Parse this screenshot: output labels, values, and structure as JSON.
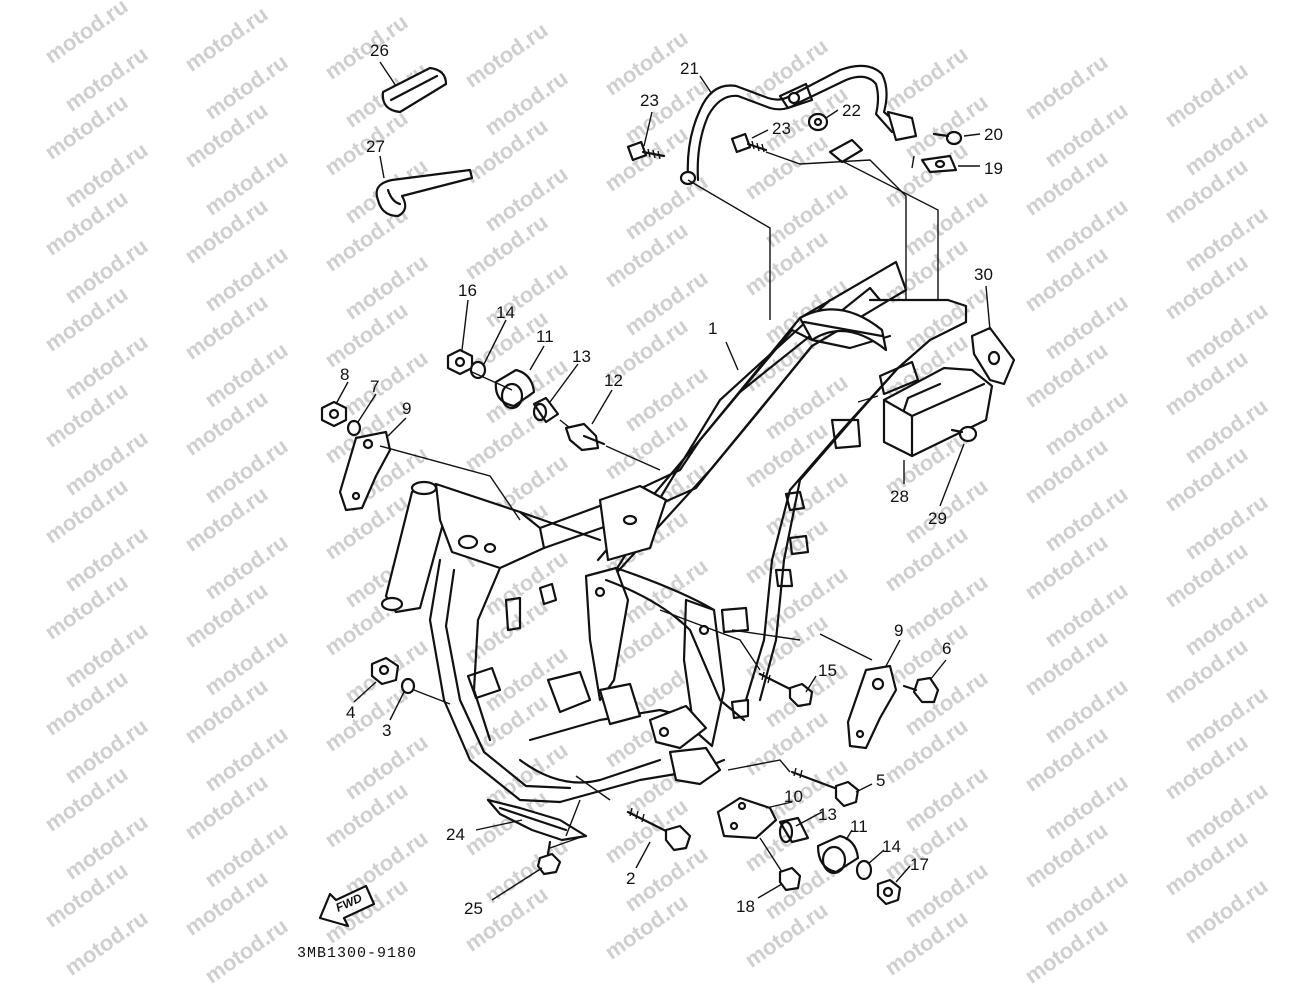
{
  "watermark": "motod.ru",
  "catalog_number": "3MB1300-9180",
  "fwd_label": "FWD",
  "parts": {
    "p1": "1",
    "p2": "2",
    "p3": "3",
    "p4": "4",
    "p5": "5",
    "p6": "6",
    "p7": "7",
    "p8": "8",
    "p9a": "9",
    "p9b": "9",
    "p10": "10",
    "p11a": "11",
    "p11b": "11",
    "p12": "12",
    "p13a": "13",
    "p13b": "13",
    "p14a": "14",
    "p14b": "14",
    "p15": "15",
    "p16": "16",
    "p17": "17",
    "p18": "18",
    "p19": "19",
    "p20": "20",
    "p21": "21",
    "p22": "22",
    "p23a": "23",
    "p23b": "23",
    "p24": "24",
    "p25": "25",
    "p26": "26",
    "p27": "27",
    "p28": "28",
    "p29": "29",
    "p30": "30"
  }
}
